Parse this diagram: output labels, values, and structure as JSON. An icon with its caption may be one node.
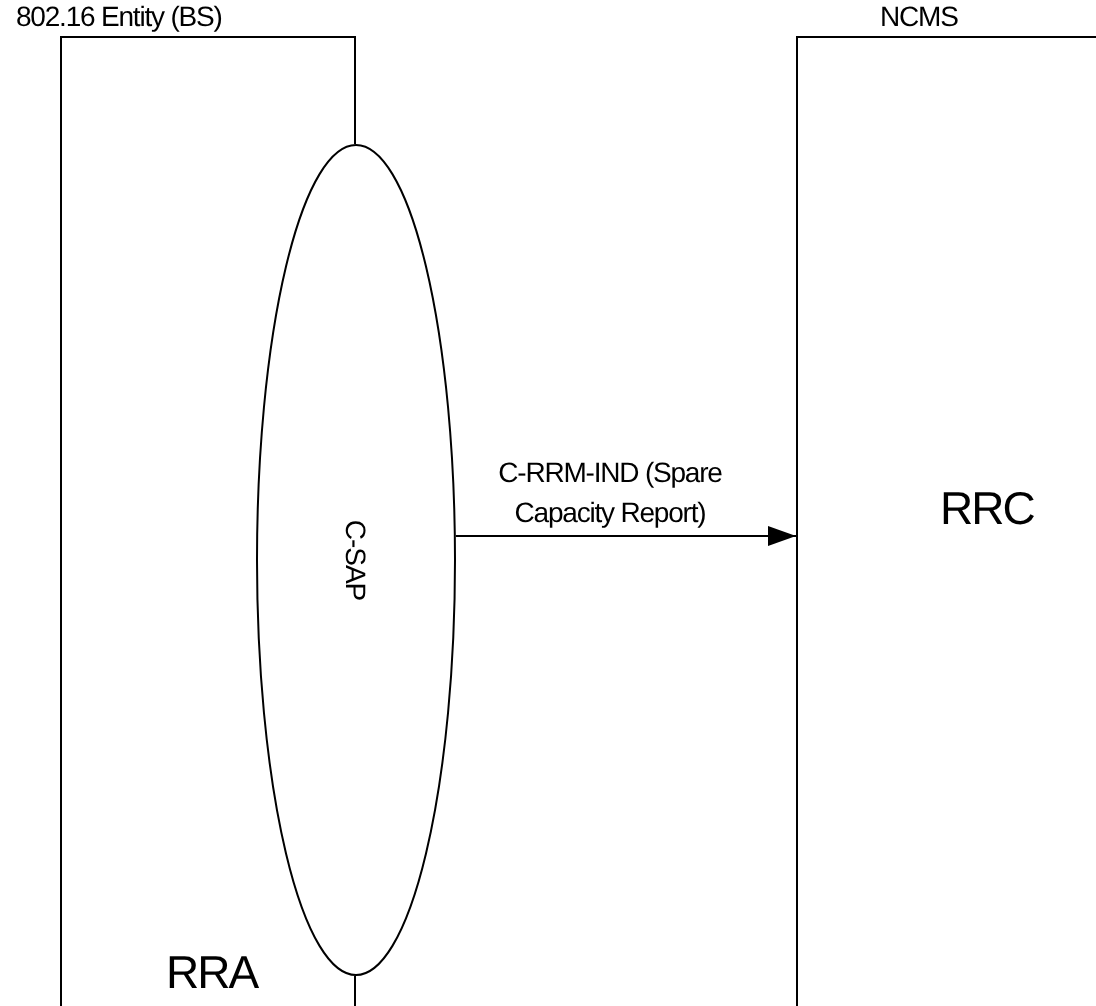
{
  "diagram": {
    "nodes": [
      {
        "text": [
          "802.16 Entity (BS)",
          "RRA"
        ]
      },
      {
        "text": [
          "C-SAP"
        ]
      },
      {
        "text": [
          "NCMS",
          "RRC"
        ]
      }
    ],
    "edges": [
      {
        "from": 1,
        "to": 2,
        "arrow": "to",
        "label": "C-RRM-IND (Spare Capacity Report)"
      }
    ]
  }
}
